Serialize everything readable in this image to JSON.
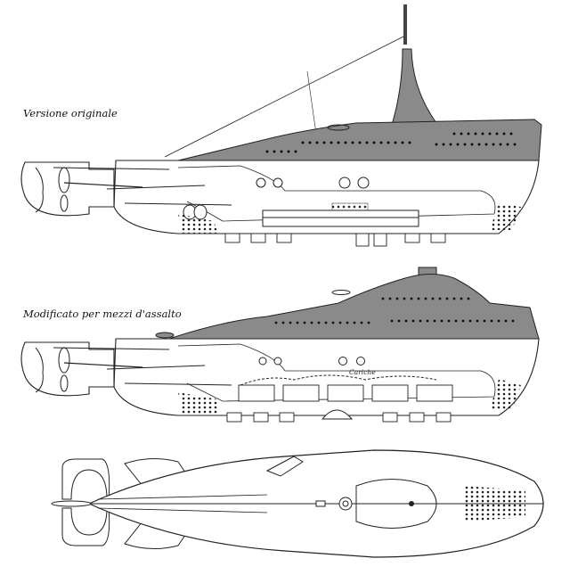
{
  "views": [
    {
      "id": "profile-original",
      "caption": "Versione originale"
    },
    {
      "id": "profile-modified",
      "caption": "Modificato per mezzi d'assalto",
      "annotation": "Cariche"
    },
    {
      "id": "plan-view"
    }
  ],
  "colors": {
    "hull_upper": "#8a8a8a",
    "ink": "#1a1a1a",
    "paper": "#ffffff"
  }
}
